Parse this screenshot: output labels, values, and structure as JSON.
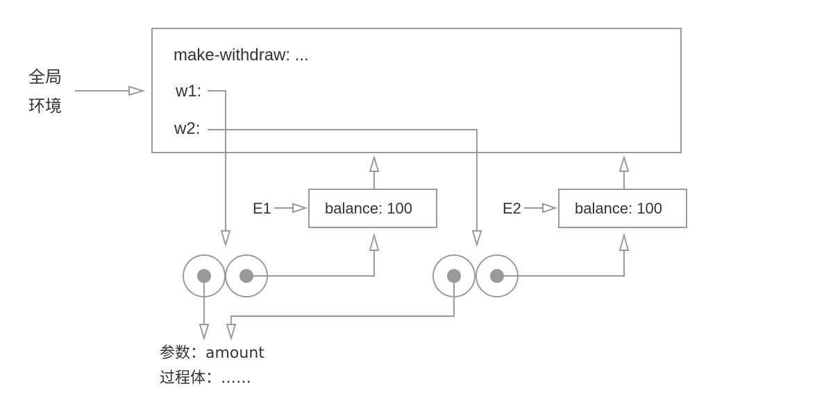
{
  "global_env": {
    "label_line1": "全局",
    "label_line2": "环境",
    "bindings": {
      "make_withdraw": "make-withdraw: ...",
      "w1": "w1:",
      "w2": "w2:"
    }
  },
  "frames": [
    {
      "env_label": "E1",
      "content": "balance: 100"
    },
    {
      "env_label": "E2",
      "content": "balance: 100"
    }
  ],
  "procedure": {
    "params": "参数：amount",
    "body": "过程体：……"
  },
  "colors": {
    "stroke": "#9a9a9a",
    "dot": "#999999",
    "text": "#333333",
    "background": "#ffffff"
  }
}
